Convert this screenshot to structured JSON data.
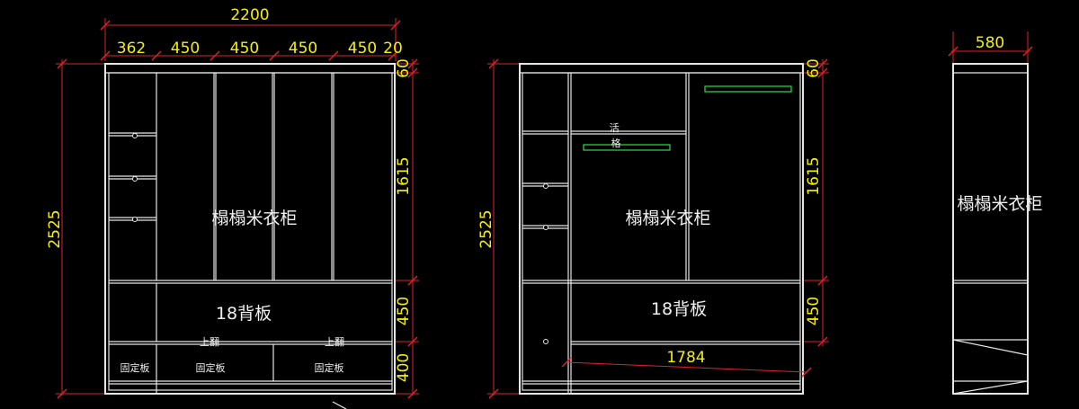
{
  "views": {
    "front": {
      "total_width": "2200",
      "segments": [
        "362",
        "450",
        "450",
        "450",
        "450",
        "20"
      ],
      "height": "2525",
      "right_dims": [
        "60",
        "1615",
        "450",
        "400"
      ],
      "main_label": "榻榻米衣柜",
      "backboard_label": "18背板",
      "flip_labels": [
        "上翻",
        "上翻"
      ],
      "fixed_labels": [
        "固定板",
        "固定板",
        "固定板"
      ]
    },
    "interior": {
      "height": "2525",
      "right_dims": [
        "60",
        "1615",
        "450"
      ],
      "main_label": "榻榻米衣柜",
      "backboard_label": "18背板",
      "shelf_label": "活格",
      "diagonal_dim": "1784"
    },
    "side": {
      "depth": "580",
      "main_label": "榻榻米衣柜"
    }
  },
  "colors": {
    "background": "#000000",
    "dimension_line": "#e0222a",
    "dimension_text": "#f5f000",
    "outline": "#e6e6e6",
    "highlight": "#2ecc40"
  }
}
